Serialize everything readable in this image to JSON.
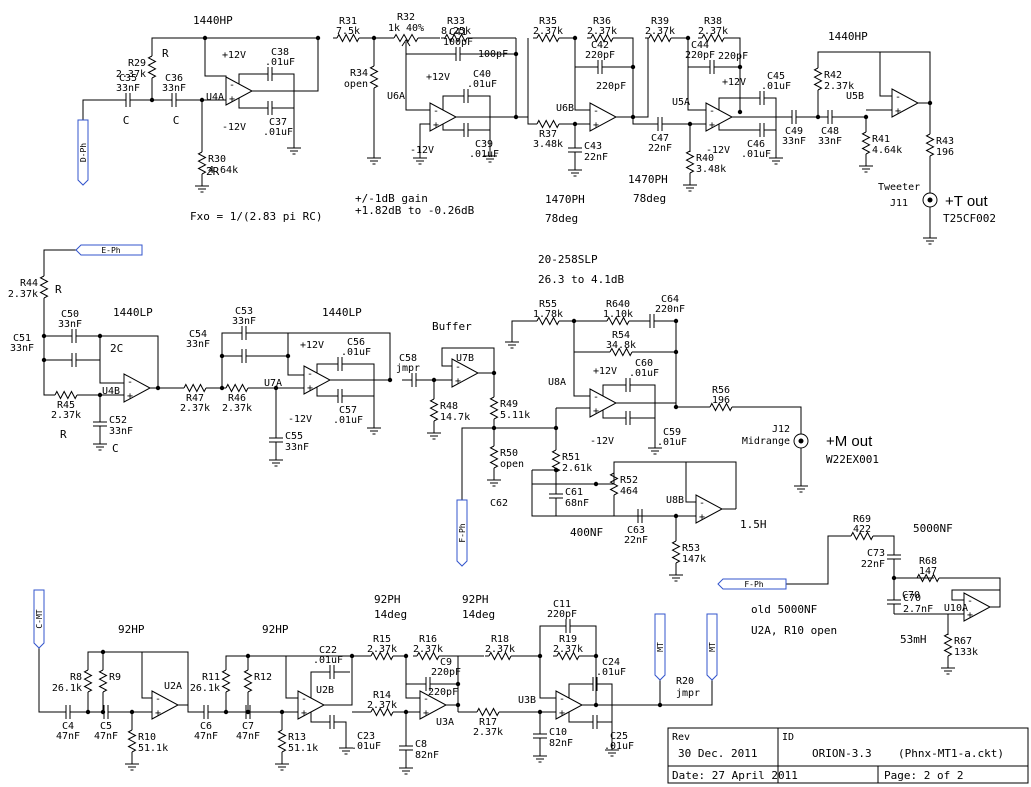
{
  "labels": {
    "hp1440_a": "1440HP",
    "hp1440_b": "1440HP",
    "lp1440_a": "1440LP",
    "lp1440_b": "1440LP",
    "buffer": "Buffer",
    "slp": "20-258SLP",
    "slp_range": "26.3 to 4.1dB",
    "gain_note": "+/-1dB gain",
    "gain_range": "+1.82dB to -0.26dB",
    "fxo": "Fxo = 1/(2.83 pi RC)",
    "ph1470_a": "1470PH",
    "ph1470_b": "1470PH",
    "deg78_a": "78deg",
    "deg78_b": "78deg",
    "nf5000": "5000NF",
    "old5000": "old 5000NF",
    "u2a_open": "U2A, R10 open",
    "hp92_a": "92HP",
    "hp92_b": "92HP",
    "ph92_a": "92PH",
    "ph92_b": "92PH",
    "deg14_a": "14deg",
    "deg14_b": "14deg",
    "nf400": "400NF",
    "h15": "1.5H",
    "mh53": "53mH",
    "tweeter": "Tweeter",
    "t_out": "+T out",
    "t25": "T25CF002",
    "midrange": "Midrange",
    "m_out": "+M out",
    "w22": "W22EX001",
    "r_a": "R",
    "c_a": "C",
    "c_b": "C",
    "r2_a": "2R",
    "r_b": "R",
    "c2_a": "2C",
    "r_c": "R",
    "c_c": "C"
  },
  "tags": {
    "d_ph": "D-Ph",
    "e_ph": "E-Ph",
    "f_ph_a": "F-Ph",
    "f_ph_b": "F-Ph",
    "c_mt_a": "C-MT",
    "c_mt_b": "MT",
    "c_mt_c": "MT"
  },
  "refs": {
    "R29": "R29",
    "R30": "R30",
    "R31": "R31",
    "R32": "R32",
    "R33": "R33",
    "R34": "R34",
    "R35": "R35",
    "R36": "R36",
    "R37": "R37",
    "R38": "R38",
    "R39": "R39",
    "R40": "R40",
    "R41": "R41",
    "R42": "R42",
    "R43": "R43",
    "C35": "C35",
    "C36": "C36",
    "C37": "C37",
    "C38": "C38",
    "C39": "C39",
    "C40": "C40",
    "C41": "C41",
    "C42": "C42",
    "C43": "C43",
    "C44": "C44",
    "C45": "C45",
    "C46": "C46",
    "C47": "C47",
    "C48": "C48",
    "C49": "C49",
    "U4A": "U4A",
    "U6A": "U6A",
    "U6B": "U6B",
    "U5A": "U5A",
    "U5B": "U5B",
    "J11": "J11",
    "R44": "R44",
    "R45": "R45",
    "R46": "R46",
    "R47": "R47",
    "R48": "R48",
    "R49": "R49",
    "R50": "R50",
    "R51": "R51",
    "R52": "R52",
    "R53": "R53",
    "R54": "R54",
    "R55": "R55",
    "R56": "R56",
    "R640": "R640",
    "C50": "C50",
    "C51": "C51",
    "C52": "C52",
    "C53": "C53",
    "C54": "C54",
    "C55": "C55",
    "C56": "C56",
    "C57": "C57",
    "C58": "C58",
    "C59": "C59",
    "C60": "C60",
    "C61": "C61",
    "C62": "C62",
    "C63": "C63",
    "C64": "C64",
    "U4B": "U4B",
    "U7A": "U7A",
    "U7B": "U7B",
    "U8A": "U8A",
    "U8B": "U8B",
    "J12": "J12",
    "R67": "R67",
    "R68": "R68",
    "R69": "R69",
    "C70": "C70",
    "C73": "C73",
    "U10A": "U10A",
    "R8": "R8",
    "R9": "R9",
    "R10": "R10",
    "R11": "R11",
    "R12": "R12",
    "R13": "R13",
    "R14": "R14",
    "R15": "R15",
    "R16": "R16",
    "R17": "R17",
    "R18": "R18",
    "R19": "R19",
    "R20": "R20",
    "C4": "C4",
    "C5": "C5",
    "C6": "C6",
    "C7": "C7",
    "C8": "C8",
    "C9": "C9",
    "C10": "C10",
    "C11": "C11",
    "C22": "C22",
    "C23": "C23",
    "C24": "C24",
    "C25": "C25",
    "U2A": "U2A",
    "U2B": "U2B",
    "U3A": "U3A",
    "U3B": "U3B"
  },
  "vals": {
    "R29": "2.37k",
    "R30": "4.64k",
    "R31": "7.5k",
    "R32": "1k 40%",
    "R33": "8.25k",
    "R34": "open",
    "R35": "2.37k",
    "R36": "2.37k",
    "R37": "3.48k",
    "R38": "2.37k",
    "R39": "2.37k",
    "R40": "3.48k",
    "R41": "4.64k",
    "R42": "2.37k",
    "R43": "196",
    "C35": "33nF",
    "C36": "33nF",
    "C37": ".01uF",
    "C38": ".01uF",
    "C39": ".01uF",
    "C40": ".01uF",
    "C41": "100pF",
    "C42": "220pF",
    "C43": "22nF",
    "C44": "220pF",
    "C45": ".01uF",
    "C46": ".01uF",
    "C47": "22nF",
    "C48": "33nF",
    "C49": "33nF",
    "R44": "2.37k",
    "R45": "2.37k",
    "R46": "2.37k",
    "R47": "2.37k",
    "R48": "14.7k",
    "R49": "5.11k",
    "R50": "open",
    "R51": "2.61k",
    "R52": "464",
    "R53": "147k",
    "R54": "34.8k",
    "R55": "1.78k",
    "R56": "196",
    "R640": "1.10k",
    "C50": "33nF",
    "C51": "33nF",
    "C52": "33nF",
    "C53": "33nF",
    "C54": "33nF",
    "C55": "33nF",
    "C56": ".01uF",
    "C57": ".01uF",
    "C58": "jmpr",
    "C59": ".01uF",
    "C60": ".01uF",
    "C61": "68nF",
    "C63": "22nF",
    "C64": "220nF",
    "R67": "133k",
    "R68": "147",
    "R69": "422",
    "C70": "2.7nF",
    "C73": "22nF",
    "R8": "26.1k",
    "R10": "51.1k",
    "R11": "26.1k",
    "R13": "51.1k",
    "R14": "2.37k",
    "R15": "2.37k",
    "R16": "2.37k",
    "R17": "2.37k",
    "R18": "2.37k",
    "R19": "2.37k",
    "R20": "jmpr",
    "C4": "47nF",
    "C5": "47nF",
    "C6": "47nF",
    "C7": "47nF",
    "C8": "82nF",
    "C9": "220pF",
    "C10": "82nF",
    "C11": "220pF",
    "C22": ".01uF",
    "C23": ".01uF",
    "C24": ".01uF",
    "C25": ".01uF"
  },
  "supply": {
    "pos": "+12V",
    "neg": "-12V"
  },
  "titleblock": {
    "rev_label": "Rev",
    "rev_date": "30 Dec. 2011",
    "id_label": "ID",
    "id_value": "ORION-3.3",
    "file": "(Phnx-MT1-a.ckt)",
    "date": "Date: 27 April 2011",
    "page": "Page: 2 of 2"
  }
}
